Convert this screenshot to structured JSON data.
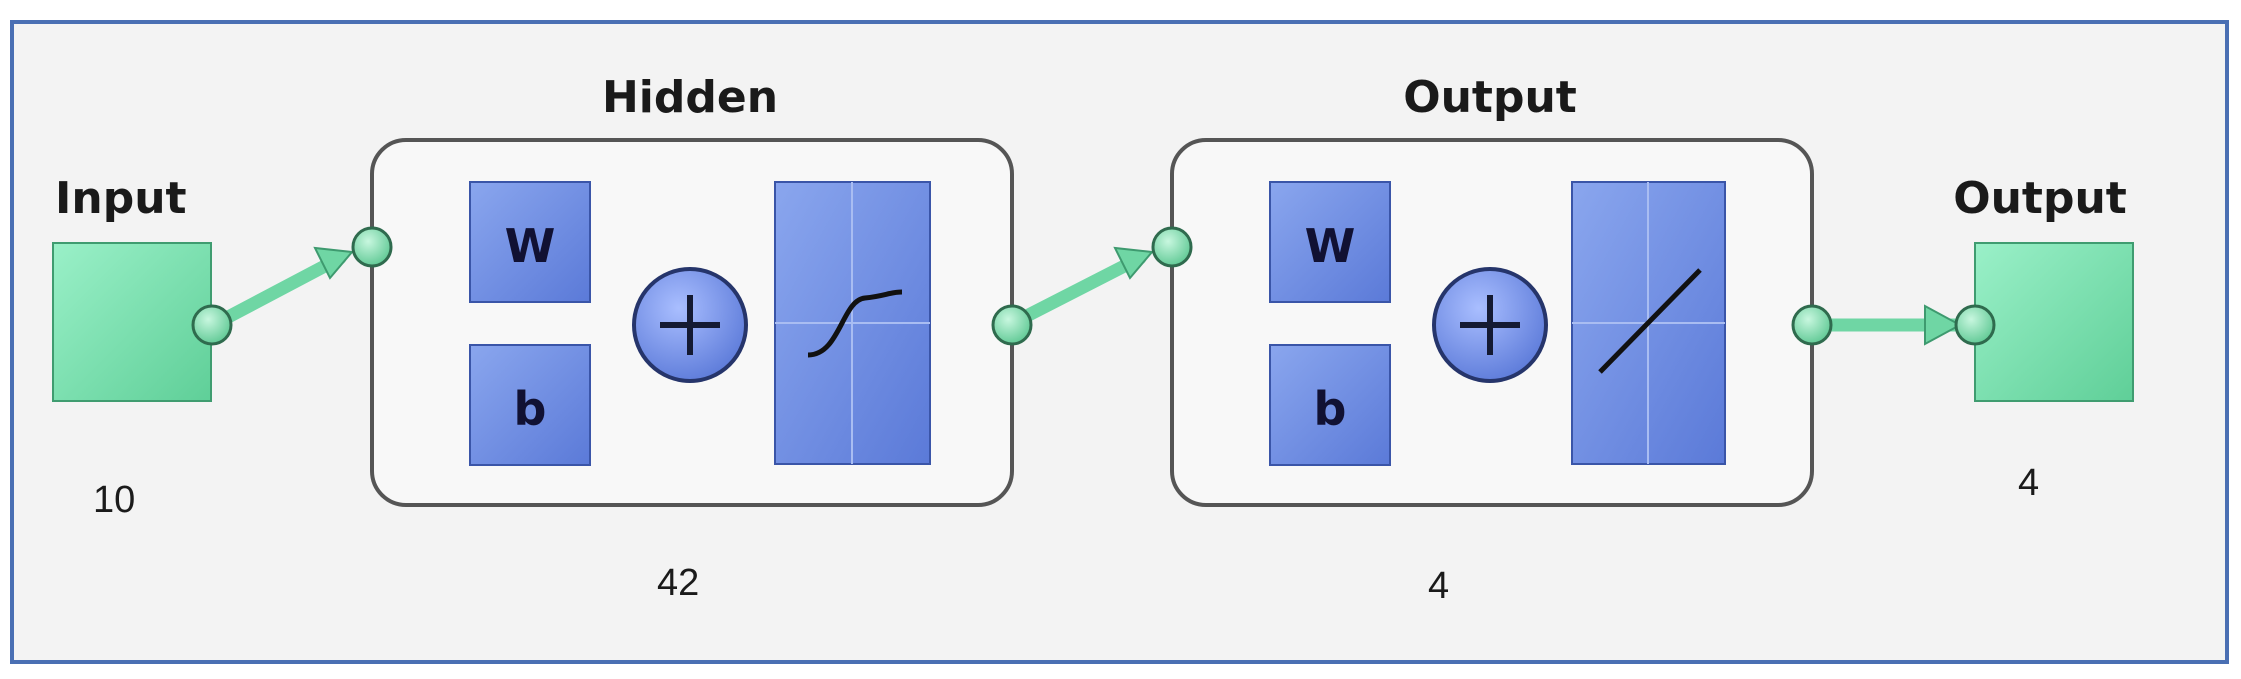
{
  "diagram": {
    "input": {
      "title": "Input",
      "size": "10"
    },
    "hidden": {
      "title": "Hidden",
      "weight_label": "W",
      "bias_label": "b",
      "size": "42"
    },
    "output_layer": {
      "title": "Output",
      "weight_label": "W",
      "bias_label": "b",
      "size": "4"
    },
    "output": {
      "title": "Output",
      "size": "4"
    }
  },
  "colors": {
    "frame": "#4a6fb3",
    "background": "#f3f3f3",
    "io_box": "#7fe0b0",
    "connection": "#6fd6a4",
    "block": "#6f8fe0",
    "layer_border": "#555555"
  },
  "icons": {
    "sum": "plus-circle-icon",
    "hidden_transfer": "sigmoid-curve-icon",
    "output_transfer": "linear-line-icon"
  }
}
